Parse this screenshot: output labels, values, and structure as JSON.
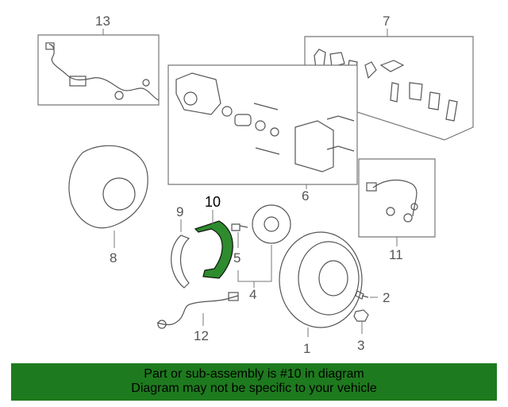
{
  "callouts": {
    "c1": "1",
    "c2": "2",
    "c3": "3",
    "c4": "4",
    "c5": "5",
    "c6": "6",
    "c7": "7",
    "c8": "8",
    "c9": "9",
    "c10": "10",
    "c11": "11",
    "c12": "12",
    "c13": "13"
  },
  "highlighted_part": "10",
  "highlight_color": "#2e8b2e",
  "banner": {
    "line1": "Part or sub-assembly is #10 in diagram",
    "line2": "Diagram may not be specific to your vehicle",
    "background": "#1e7a1e"
  }
}
